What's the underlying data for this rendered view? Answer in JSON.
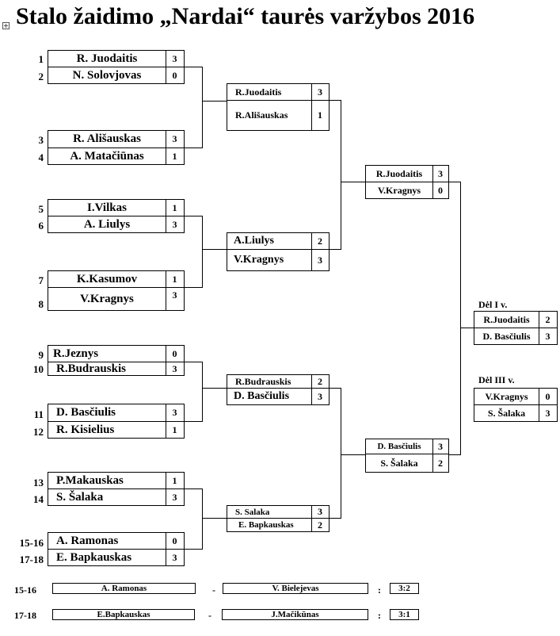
{
  "title": "Stalo žaidimo „Nardai“ taurės varžybos 2016",
  "round1": [
    {
      "seed": "1",
      "name": "R. Juodaitis",
      "score": "3"
    },
    {
      "seed": "2",
      "name": "N. Solovjovas",
      "score": "0"
    },
    {
      "seed": "3",
      "name": "R. Ališauskas",
      "score": "3"
    },
    {
      "seed": "4",
      "name": "A. Matačiūnas",
      "score": "1"
    },
    {
      "seed": "5",
      "name": "I.Vilkas",
      "score": "1"
    },
    {
      "seed": "6",
      "name": "A. Liulys",
      "score": "3"
    },
    {
      "seed": "7",
      "name": "K.Kasumov",
      "score": "1"
    },
    {
      "seed": "8",
      "name": "V.Kragnys",
      "score": "3"
    },
    {
      "seed": "9",
      "name": "R.Jeznys",
      "score": "0"
    },
    {
      "seed": "10",
      "name": "R.Budrauskis",
      "score": "3"
    },
    {
      "seed": "11",
      "name": "D. Basčiulis",
      "score": "3"
    },
    {
      "seed": "12",
      "name": "R. Kisielius",
      "score": "1"
    },
    {
      "seed": "13",
      "name": "P.Makauskas",
      "score": "1"
    },
    {
      "seed": "14",
      "name": "S. Šalaka",
      "score": "3"
    },
    {
      "seed": "15-16",
      "name": "A. Ramonas",
      "score": "0"
    },
    {
      "seed": "17-18",
      "name": "E. Bapkauskas",
      "score": "3"
    }
  ],
  "round2": [
    {
      "name": "R.Juodaitis",
      "score": "3"
    },
    {
      "name": "R.Ališauskas",
      "score": "1"
    },
    {
      "name": "A.Liulys",
      "score": "2"
    },
    {
      "name": "V.Kragnys",
      "score": "3"
    },
    {
      "name": "R.Budrauskis",
      "score": "2"
    },
    {
      "name": "D. Basčiulis",
      "score": "3"
    },
    {
      "name": "S. Salaka",
      "score": "3"
    },
    {
      "name": "E. Bapkauskas",
      "score": "2"
    }
  ],
  "round3": [
    {
      "name": "R.Juodaitis",
      "score": "3"
    },
    {
      "name": "V.Kragnys",
      "score": "0"
    },
    {
      "name": "D. Basčiulis",
      "score": "3"
    },
    {
      "name": "S. Šalaka",
      "score": "2"
    }
  ],
  "final": {
    "label": "Dėl I v.",
    "players": [
      {
        "name": "R.Juodaitis",
        "score": "2"
      },
      {
        "name": "D. Basčiulis",
        "score": "3"
      }
    ]
  },
  "third": {
    "label": "Dėl III v.",
    "players": [
      {
        "name": "V.Kragnys",
        "score": "0"
      },
      {
        "name": "S. Šalaka",
        "score": "3"
      }
    ]
  },
  "placement": [
    {
      "label": "15-16",
      "p1": "A. Ramonas",
      "p2": "V. Bielejevas",
      "dash": "-",
      "colon": ":",
      "score": "3:2"
    },
    {
      "label": "17-18",
      "p1": "E.Bapkauskas",
      "p2": "J.Mačikūnas",
      "dash": "-",
      "colon": ":",
      "score": "3:1"
    }
  ]
}
